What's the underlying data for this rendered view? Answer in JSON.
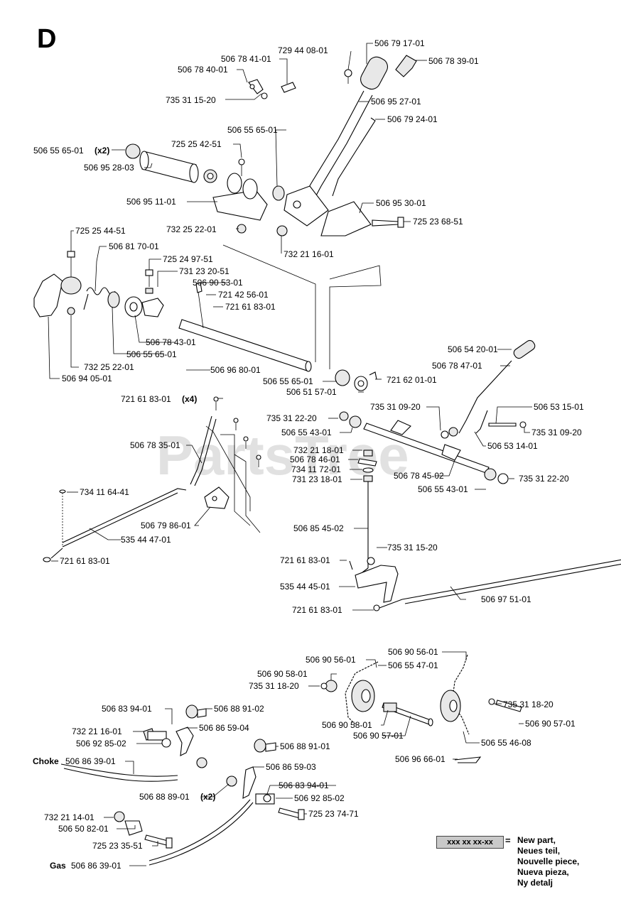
{
  "sheet": {
    "letter": "D",
    "watermark": "PartsTree"
  },
  "part_labels": [
    {
      "id": "p1",
      "text": "506 79 17-01"
    },
    {
      "id": "p2",
      "text": "729 44 08-01"
    },
    {
      "id": "p3",
      "text": "506 78 39-01"
    },
    {
      "id": "p4",
      "text": "506 78 41-01"
    },
    {
      "id": "p5",
      "text": "506 78 40-01"
    },
    {
      "id": "p6",
      "text": "735 31 15-20"
    },
    {
      "id": "p7",
      "text": "506 95 27-01"
    },
    {
      "id": "p8",
      "text": "506 79 24-01"
    },
    {
      "id": "p9",
      "text": "506 55 65-01"
    },
    {
      "id": "p10",
      "text": "725 25 42-51"
    },
    {
      "id": "p11",
      "text": "506 55 65-01"
    },
    {
      "id": "p11q",
      "text": "(x2)"
    },
    {
      "id": "p12",
      "text": "506 95 28-03"
    },
    {
      "id": "p13",
      "text": "506 95 30-01"
    },
    {
      "id": "p14",
      "text": "506 95 11-01"
    },
    {
      "id": "p15",
      "text": "725 23 68-51"
    },
    {
      "id": "p16",
      "text": "732 25 22-01"
    },
    {
      "id": "p17",
      "text": "732 21 16-01"
    },
    {
      "id": "p18",
      "text": "725 25 44-51"
    },
    {
      "id": "p19",
      "text": "506 81 70-01"
    },
    {
      "id": "p20",
      "text": "725 24 97-51"
    },
    {
      "id": "p21",
      "text": "731 23 20-51"
    },
    {
      "id": "p22",
      "text": "506 90 53-01"
    },
    {
      "id": "p23",
      "text": "721 42 56-01"
    },
    {
      "id": "p24",
      "text": "721 61 83-01"
    },
    {
      "id": "p25",
      "text": "506 78 43-01"
    },
    {
      "id": "p26",
      "text": "506 55 65-01"
    },
    {
      "id": "p27",
      "text": "732 25 22-01"
    },
    {
      "id": "p28",
      "text": "506 96 80-01"
    },
    {
      "id": "p29",
      "text": "506 94 05-01"
    },
    {
      "id": "p30",
      "text": "506 54 20-01"
    },
    {
      "id": "p31",
      "text": "506 78 47-01"
    },
    {
      "id": "p32",
      "text": "506 55 65-01"
    },
    {
      "id": "p33",
      "text": "721 62 01-01"
    },
    {
      "id": "p34",
      "text": "506 51 57-01"
    },
    {
      "id": "p35",
      "text": "721 61 83-01"
    },
    {
      "id": "p35q",
      "text": "(x4)"
    },
    {
      "id": "p36",
      "text": "735 31 22-20"
    },
    {
      "id": "p37",
      "text": "735 31 09-20"
    },
    {
      "id": "p38",
      "text": "506 53 15-01"
    },
    {
      "id": "p39",
      "text": "506 55 43-01"
    },
    {
      "id": "p40",
      "text": "735 31 09-20"
    },
    {
      "id": "p41",
      "text": "506 53 14-01"
    },
    {
      "id": "p42",
      "text": "506 78 35-01"
    },
    {
      "id": "p43",
      "text": "732 21 18-01"
    },
    {
      "id": "p44",
      "text": "506 78 46-01"
    },
    {
      "id": "p45",
      "text": "734 11 72-01"
    },
    {
      "id": "p46",
      "text": "506 78 45-02"
    },
    {
      "id": "p47",
      "text": "735 31 22-20"
    },
    {
      "id": "p48",
      "text": "731 23 18-01"
    },
    {
      "id": "p49",
      "text": "506 55 43-01"
    },
    {
      "id": "p50",
      "text": "734 11 64-41"
    },
    {
      "id": "p51",
      "text": "506 79 86-01"
    },
    {
      "id": "p52",
      "text": "535 44 47-01"
    },
    {
      "id": "p53",
      "text": "721 61 83-01"
    },
    {
      "id": "p54",
      "text": "506 85 45-02"
    },
    {
      "id": "p55",
      "text": "735 31 15-20"
    },
    {
      "id": "p56",
      "text": "721 61 83-01"
    },
    {
      "id": "p57",
      "text": "535 44 45-01"
    },
    {
      "id": "p58",
      "text": "506 97 51-01"
    },
    {
      "id": "p59",
      "text": "721 61 83-01"
    },
    {
      "id": "p60",
      "text": "506 90 56-01"
    },
    {
      "id": "p61",
      "text": "506 90 56-01"
    },
    {
      "id": "p62",
      "text": "506 55 47-01"
    },
    {
      "id": "p63",
      "text": "506 90 58-01"
    },
    {
      "id": "p64",
      "text": "735 31 18-20"
    },
    {
      "id": "p65",
      "text": "506 83 94-01"
    },
    {
      "id": "p66",
      "text": "506 88 91-02"
    },
    {
      "id": "p67",
      "text": "735 31 18-20"
    },
    {
      "id": "p68",
      "text": "732 21 16-01"
    },
    {
      "id": "p69",
      "text": "506 86 59-04"
    },
    {
      "id": "p70",
      "text": "506 90 58-01"
    },
    {
      "id": "p71",
      "text": "506 90 57-01"
    },
    {
      "id": "p72",
      "text": "506 90 57-01"
    },
    {
      "id": "p73",
      "text": "506 92 85-02"
    },
    {
      "id": "p74",
      "text": "506 88 91-01"
    },
    {
      "id": "p75",
      "text": "506 55 46-08"
    },
    {
      "id": "p76",
      "text": "506 96 66-01"
    },
    {
      "id": "p77a",
      "text": "Choke"
    },
    {
      "id": "p77",
      "text": "506 86 39-01"
    },
    {
      "id": "p78",
      "text": "506 86 59-03"
    },
    {
      "id": "p79",
      "text": "506 83 94-01"
    },
    {
      "id": "p80",
      "text": "506 88 89-01"
    },
    {
      "id": "p80q",
      "text": "(x2)"
    },
    {
      "id": "p81",
      "text": "506 92 85-02"
    },
    {
      "id": "p82",
      "text": "732 21 14-01"
    },
    {
      "id": "p83",
      "text": "725 23 74-71"
    },
    {
      "id": "p84",
      "text": "506 50 82-01"
    },
    {
      "id": "p85",
      "text": "725 23 35-51"
    },
    {
      "id": "p86a",
      "text": "Gas"
    },
    {
      "id": "p86",
      "text": "506 86 39-01"
    }
  ],
  "legend": {
    "sample": "xxx xx xx-xx",
    "equals": "=",
    "lines": [
      "New part,",
      "Neues teil,",
      "Nouvelle piece,",
      "Nueva pieza,",
      "Ny detalj"
    ]
  }
}
